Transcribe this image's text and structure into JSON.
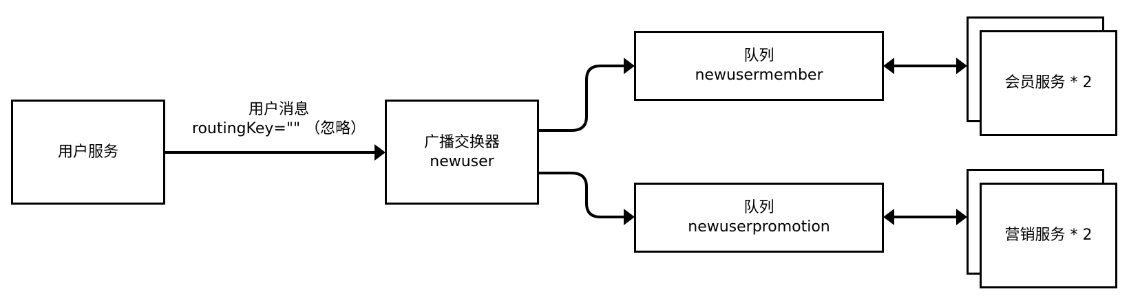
{
  "nodes": {
    "user_service": {
      "label": "用户服务"
    },
    "exchange": {
      "line1": "广播交换器",
      "line2": "newuser"
    },
    "queue_member": {
      "line1": "队列",
      "line2": "newusermember"
    },
    "queue_promotion": {
      "line1": "队列",
      "line2": "newuserpromotion"
    },
    "member_service": {
      "label": "会员服务 * 2"
    },
    "marketing_service": {
      "label": "营销服务 * 2"
    }
  },
  "edges": {
    "user_to_exchange": {
      "line1": "用户消息",
      "line2": "routingKey=\"\" （忽略）"
    }
  }
}
